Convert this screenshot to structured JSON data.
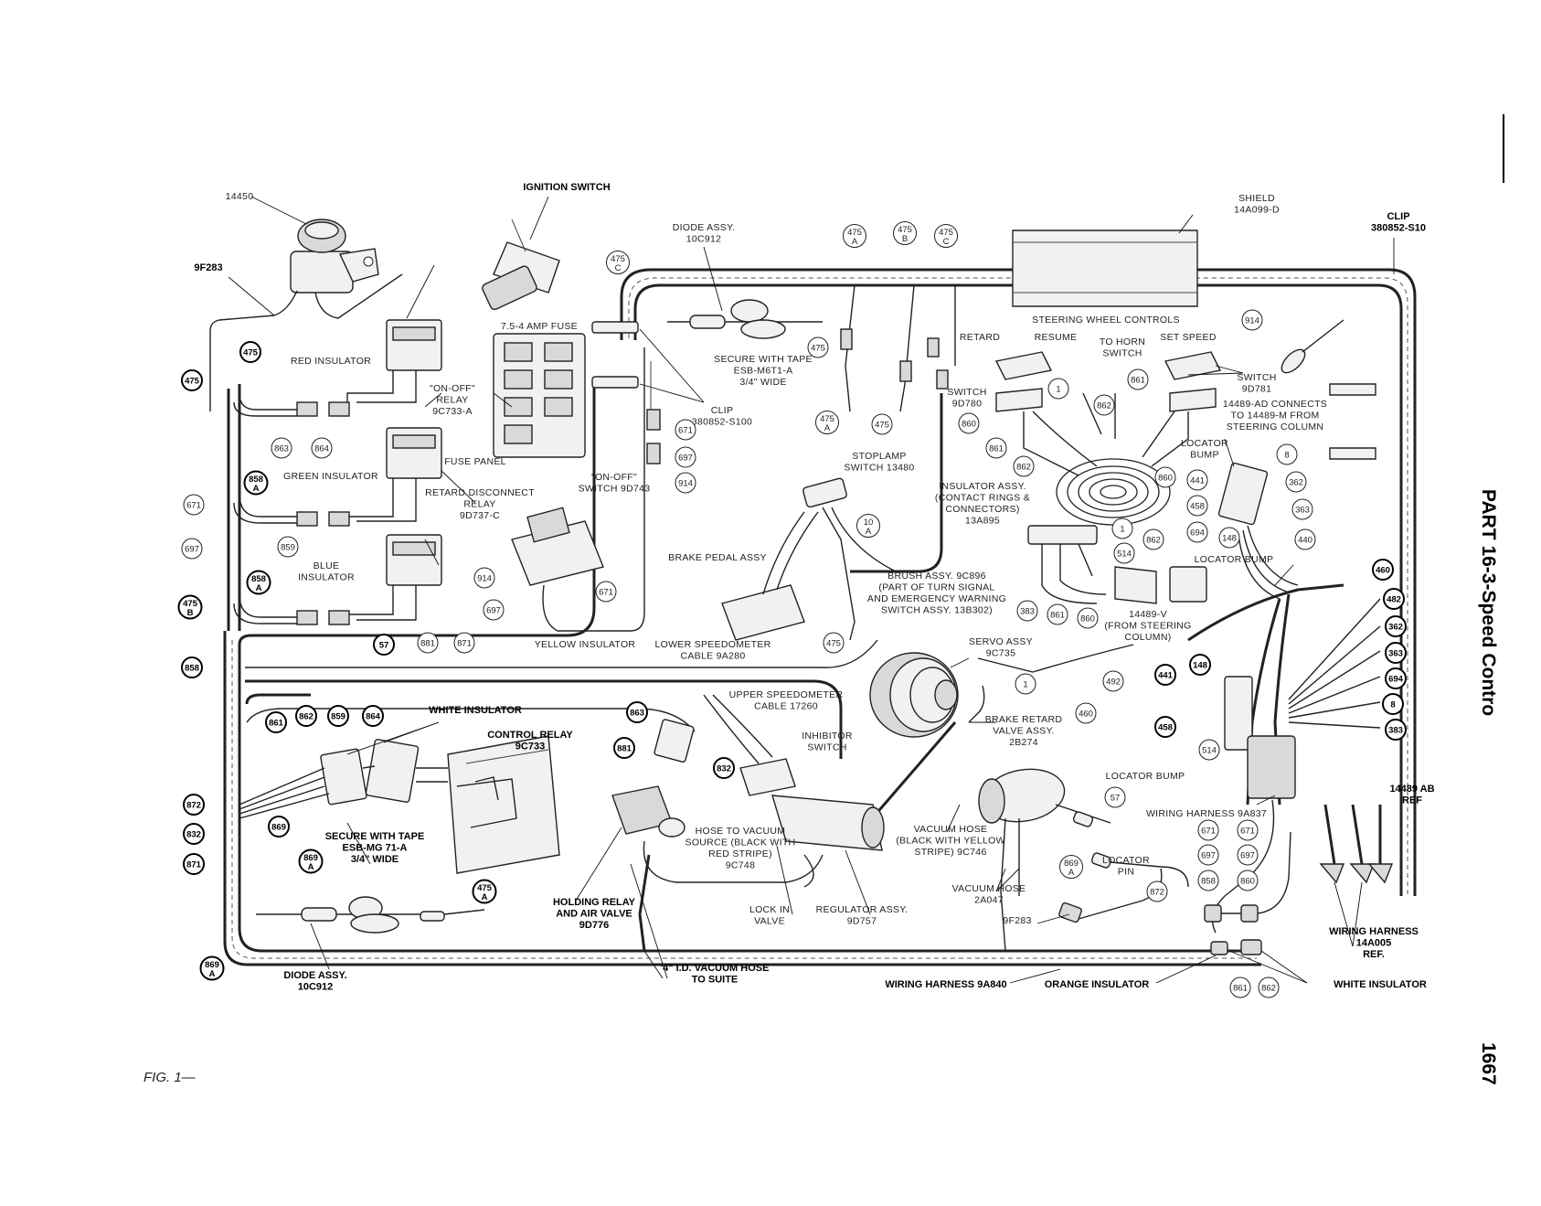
{
  "side_title": "PART 16-3-Speed Contro",
  "page_number": "1667",
  "figure_caption": "FIG. 1—",
  "labels": [
    {
      "id": "ignition_switch",
      "text": "IGNITION SWITCH",
      "bold": true,
      "lines": [
        "IGNITION SWITCH"
      ]
    },
    {
      "id": "n14450",
      "text": "14450",
      "bold": false,
      "lines": [
        "14450"
      ]
    },
    {
      "id": "n9f283_top",
      "text": "9F283",
      "bold": true,
      "lines": [
        "9F283"
      ]
    },
    {
      "id": "red_insulator",
      "text": "RED INSULATOR",
      "bold": false,
      "lines": [
        "RED INSULATOR"
      ]
    },
    {
      "id": "on_off_relay",
      "text": "\"ON-OFF\" RELAY 9C733-A",
      "bold": false,
      "lines": [
        "\"ON-OFF\"",
        "RELAY",
        "9C733-A"
      ]
    },
    {
      "id": "green_insulator",
      "text": "GREEN INSULATOR",
      "bold": false,
      "lines": [
        "GREEN INSULATOR"
      ]
    },
    {
      "id": "retard_disconnect",
      "text": "RETARD DISCONNECT RELAY 9D737-C",
      "bold": false,
      "lines": [
        "RETARD DISCONNECT",
        "RELAY",
        "9D737-C"
      ]
    },
    {
      "id": "blue_insulator",
      "text": "BLUE INSULATOR",
      "bold": false,
      "lines": [
        "BLUE",
        "INSULATOR"
      ]
    },
    {
      "id": "fuse",
      "text": "7.5-4 AMP FUSE",
      "bold": false,
      "lines": [
        "7.5-4 AMP FUSE"
      ]
    },
    {
      "id": "fuse_panel",
      "text": "FUSE PANEL",
      "bold": false,
      "lines": [
        "FUSE PANEL"
      ]
    },
    {
      "id": "on_off_switch",
      "text": "\"ON-OFF\" SWITCH 9D743",
      "bold": false,
      "lines": [
        "\"ON-OFF\"",
        "SWITCH 9D743"
      ]
    },
    {
      "id": "diode_assy_top",
      "text": "DIODE ASSY. 10C912",
      "bold": false,
      "lines": [
        "DIODE ASSY.",
        "10C912"
      ]
    },
    {
      "id": "secure_tape_top",
      "text": "SECURE WITH TAPE ESB-M6T1-A 3/4\" WIDE",
      "bold": false,
      "lines": [
        "SECURE WITH TAPE",
        "ESB-M6T1-A",
        "3/4\" WIDE"
      ]
    },
    {
      "id": "clip_mid",
      "text": "CLIP 380852-S100",
      "bold": false,
      "lines": [
        "CLIP",
        "380852-S100"
      ]
    },
    {
      "id": "shield",
      "text": "SHIELD 14A099-D",
      "bold": false,
      "lines": [
        "SHIELD",
        "14A099-D"
      ]
    },
    {
      "id": "clip_right",
      "text": "CLIP 380852-S10",
      "bold": true,
      "lines": [
        "CLIP",
        "380852-S10"
      ]
    },
    {
      "id": "steering_wheel",
      "text": "STEERING WHEEL CONTROLS",
      "bold": false,
      "lines": [
        "STEERING WHEEL CONTROLS"
      ]
    },
    {
      "id": "retard",
      "text": "RETARD",
      "bold": false,
      "lines": [
        "RETARD"
      ]
    },
    {
      "id": "resume",
      "text": "RESUME",
      "bold": false,
      "lines": [
        "RESUME"
      ]
    },
    {
      "id": "to_horn",
      "text": "TO HORN SWITCH",
      "bold": false,
      "lines": [
        "TO HORN",
        "SWITCH"
      ]
    },
    {
      "id": "set_speed",
      "text": "SET SPEED",
      "bold": false,
      "lines": [
        "SET SPEED"
      ]
    },
    {
      "id": "switch_9d780",
      "text": "SWITCH 9D780",
      "bold": false,
      "lines": [
        "SWITCH",
        "9D780"
      ]
    },
    {
      "id": "switch_9d781",
      "text": "SWITCH 9D781",
      "bold": false,
      "lines": [
        "SWITCH",
        "9D781"
      ]
    },
    {
      "id": "connects",
      "text": "14489-AD CONNECTS TO 14489-M FROM STEERING COLUMN",
      "bold": false,
      "lines": [
        "14489-AD CONNECTS",
        "TO 14489-M FROM",
        "STEERING COLUMN"
      ]
    },
    {
      "id": "locator_bump_top",
      "text": "LOCATOR BUMP",
      "bold": false,
      "lines": [
        "LOCATOR",
        "BUMP"
      ]
    },
    {
      "id": "stoplamp",
      "text": "STOPLAMP SWITCH 13480",
      "bold": false,
      "lines": [
        "STOPLAMP",
        "SWITCH 13480"
      ]
    },
    {
      "id": "insulator_assy",
      "text": "INSULATOR ASSY. (CONTACT RINGS & CONNECTORS) 13A895",
      "bold": false,
      "lines": [
        "INSULATOR ASSY.",
        "(CONTACT RINGS &",
        "CONNECTORS)",
        "13A895"
      ]
    },
    {
      "id": "brake_pedal",
      "text": "BRAKE PEDAL ASSY",
      "bold": false,
      "lines": [
        "BRAKE PEDAL ASSY"
      ]
    },
    {
      "id": "brush_assy",
      "text": "BRUSH ASSY. 9C896 (PART OF TURN SIGNAL AND EMERGENCY WARNING SWITCH ASSY. 13B302)",
      "bold": false,
      "lines": [
        "BRUSH ASSY. 9C896",
        "(PART OF TURN SIGNAL",
        "AND EMERGENCY WARNING",
        "SWITCH ASSY. 13B302)"
      ]
    },
    {
      "id": "locator_bump_mid",
      "text": "LOCATOR BUMP",
      "bold": false,
      "lines": [
        "LOCATOR BUMP"
      ]
    },
    {
      "id": "from_column",
      "text": "14489-V (FROM STEERING COLUMN)",
      "bold": false,
      "lines": [
        "14489-V",
        "(FROM STEERING",
        "COLUMN)"
      ]
    },
    {
      "id": "yellow_insulator",
      "text": "YELLOW INSULATOR",
      "bold": false,
      "lines": [
        "YELLOW INSULATOR"
      ]
    },
    {
      "id": "lower_speedo",
      "text": "LOWER SPEEDOMETER CABLE 9A280",
      "bold": false,
      "lines": [
        "LOWER SPEEDOMETER",
        "CABLE 9A280"
      ]
    },
    {
      "id": "servo_assy",
      "text": "SERVO ASSY 9C735",
      "bold": false,
      "lines": [
        "SERVO ASSY",
        "9C735"
      ]
    },
    {
      "id": "white_insulator_left",
      "text": "WHITE INSULATOR",
      "bold": true,
      "lines": [
        "WHITE INSULATOR"
      ]
    },
    {
      "id": "control_relay",
      "text": "CONTROL RELAY 9C733",
      "bold": true,
      "lines": [
        "CONTROL RELAY",
        "9C733"
      ]
    },
    {
      "id": "upper_speedo",
      "text": "UPPER SPEEDOMETER CABLE 17260",
      "bold": false,
      "lines": [
        "UPPER SPEEDOMETER",
        "CABLE 17260"
      ]
    },
    {
      "id": "inhibitor",
      "text": "INHIBITOR SWITCH",
      "bold": false,
      "lines": [
        "INHIBITOR",
        "SWITCH"
      ]
    },
    {
      "id": "brake_retard",
      "text": "BRAKE RETARD VALVE ASSY. 2B274",
      "bold": false,
      "lines": [
        "BRAKE RETARD",
        "VALVE ASSY.",
        "2B274"
      ]
    },
    {
      "id": "locator_bump_right",
      "text": "LOCATOR BUMP",
      "bold": false,
      "lines": [
        "LOCATOR BUMP"
      ]
    },
    {
      "id": "secure_tape_low",
      "text": "SECURE WITH TAPE ESB-MG 71-A 3/4\" WIDE",
      "bold": true,
      "lines": [
        "SECURE WITH TAPE",
        "ESB-MG 71-A",
        "3/4\" WIDE"
      ]
    },
    {
      "id": "hose_vacuum",
      "text": "HOSE TO VACUUM SOURCE (BLACK WITH RED STRIPE) 9C748",
      "bold": false,
      "lines": [
        "HOSE TO VACUUM",
        "SOURCE (BLACK WITH",
        "RED STRIPE)",
        "9C748"
      ]
    },
    {
      "id": "vacuum_hose_yellow",
      "text": "VACUUM HOSE (BLACK WITH YELLOW STRIPE) 9C746",
      "bold": false,
      "lines": [
        "VACUUM HOSE",
        "(BLACK WITH YELLOW",
        "STRIPE) 9C746"
      ]
    },
    {
      "id": "wiring_harness_9a837",
      "text": "WIRING HARNESS 9A837",
      "bold": false,
      "lines": [
        "WIRING HARNESS 9A837"
      ]
    },
    {
      "id": "locator_pin",
      "text": "LOCATOR PIN",
      "bold": false,
      "lines": [
        "LOCATOR",
        "PIN"
      ]
    },
    {
      "id": "holding_relay",
      "text": "HOLDING RELAY AND AIR VALVE 9D776",
      "bold": true,
      "lines": [
        "HOLDING RELAY",
        "AND AIR VALVE",
        "9D776"
      ]
    },
    {
      "id": "lock_in_valve",
      "text": "LOCK IN VALVE",
      "bold": false,
      "lines": [
        "LOCK IN",
        "VALVE"
      ]
    },
    {
      "id": "regulator",
      "text": "REGULATOR ASSY. 9D757",
      "bold": false,
      "lines": [
        "REGULATOR ASSY.",
        "9D757"
      ]
    },
    {
      "id": "vacuum_hose_2a047",
      "text": "VACUUM HOSE 2A047",
      "bold": false,
      "lines": [
        "VACUUM HOSE",
        "2A047"
      ]
    },
    {
      "id": "n9f283_low",
      "text": "9F283",
      "bold": false,
      "lines": [
        "9F283"
      ]
    },
    {
      "id": "diode_assy_low",
      "text": "DIODE ASSY. 10C912",
      "bold": true,
      "lines": [
        "DIODE ASSY.",
        "10C912"
      ]
    },
    {
      "id": "vac_hose_suite",
      "text": "'4\" I.D. VACUUM HOSE TO SUITE",
      "bold": true,
      "lines": [
        "'4\" I.D. VACUUM HOSE",
        "TO SUITE"
      ]
    },
    {
      "id": "wiring_9a840",
      "text": "WIRING HARNESS 9A840",
      "bold": true,
      "lines": [
        "WIRING HARNESS 9A840"
      ]
    },
    {
      "id": "orange_insulator",
      "text": "ORANGE INSULATOR",
      "bold": true,
      "lines": [
        "ORANGE INSULATOR"
      ]
    },
    {
      "id": "white_insulator_right",
      "text": "WHITE INSULATOR",
      "bold": true,
      "lines": [
        "WHITE INSULATOR"
      ]
    },
    {
      "id": "wiring_14a005",
      "text": "WIRING HARNESS 14A005 REF.",
      "bold": true,
      "lines": [
        "WIRING HARNESS",
        "14A005",
        "REF."
      ]
    },
    {
      "id": "ref_14489",
      "text": "14489 AB REF",
      "bold": true,
      "lines": [
        "14489 AB",
        "REF"
      ]
    }
  ],
  "circuit_numbers": [
    {
      "id": "c475_tl",
      "num": "475",
      "sub": "",
      "bold": true
    },
    {
      "id": "c475_l",
      "num": "475",
      "sub": "",
      "bold": true
    },
    {
      "id": "c863_l",
      "num": "863",
      "sub": "",
      "bold": false
    },
    {
      "id": "c864_l",
      "num": "864",
      "sub": "",
      "bold": false
    },
    {
      "id": "c858a_1",
      "num": "858",
      "sub": "A",
      "bold": true
    },
    {
      "id": "c671_l",
      "num": "671",
      "sub": "",
      "bold": false
    },
    {
      "id": "c697_l",
      "num": "697",
      "sub": "",
      "bold": false
    },
    {
      "id": "c859_l",
      "num": "859",
      "sub": "",
      "bold": false
    },
    {
      "id": "c858a_2",
      "num": "858",
      "sub": "A",
      "bold": true
    },
    {
      "id": "c475b_l",
      "num": "475",
      "sub": "B",
      "bold": true
    },
    {
      "id": "c858_l",
      "num": "858",
      "sub": "",
      "bold": true
    },
    {
      "id": "c57_l",
      "num": "57",
      "sub": "",
      "bold": true
    },
    {
      "id": "c881_l",
      "num": "881",
      "sub": "",
      "bold": false
    },
    {
      "id": "c871_l",
      "num": "871",
      "sub": "",
      "bold": false
    },
    {
      "id": "c475c_t",
      "num": "475",
      "sub": "C",
      "bold": false
    },
    {
      "id": "c475a_t",
      "num": "475",
      "sub": "A",
      "bold": false
    },
    {
      "id": "c475b_t",
      "num": "475",
      "sub": "B",
      "bold": false
    },
    {
      "id": "c475c_t2",
      "num": "475",
      "sub": "C",
      "bold": false
    },
    {
      "id": "c475_m",
      "num": "475",
      "sub": "",
      "bold": false
    },
    {
      "id": "c671_m",
      "num": "671",
      "sub": "",
      "bold": false
    },
    {
      "id": "c697_m",
      "num": "697",
      "sub": "",
      "bold": false
    },
    {
      "id": "c914_m",
      "num": "914",
      "sub": "",
      "bold": false
    },
    {
      "id": "c475a_m",
      "num": "475",
      "sub": "A",
      "bold": false
    },
    {
      "id": "c475_m2",
      "num": "475",
      "sub": "",
      "bold": false
    },
    {
      "id": "c10a_m",
      "num": "10",
      "sub": "A",
      "bold": false
    },
    {
      "id": "c914_s",
      "num": "914",
      "sub": "",
      "bold": false
    },
    {
      "id": "c697_s",
      "num": "697",
      "sub": "",
      "bold": false
    },
    {
      "id": "c671_s",
      "num": "671",
      "sub": "",
      "bold": false
    },
    {
      "id": "c475_p",
      "num": "475",
      "sub": "",
      "bold": false
    },
    {
      "id": "c914_r",
      "num": "914",
      "sub": "",
      "bold": false
    },
    {
      "id": "c1_a",
      "num": "1",
      "sub": "",
      "bold": false
    },
    {
      "id": "c860_a",
      "num": "860",
      "sub": "",
      "bold": false
    },
    {
      "id": "c861_a",
      "num": "861",
      "sub": "",
      "bold": false
    },
    {
      "id": "c862_a",
      "num": "862",
      "sub": "",
      "bold": false
    },
    {
      "id": "c862_b",
      "num": "862",
      "sub": "",
      "bold": false
    },
    {
      "id": "c861_b",
      "num": "861",
      "sub": "",
      "bold": false
    },
    {
      "id": "c860_b",
      "num": "860",
      "sub": "",
      "bold": false
    },
    {
      "id": "c8_r",
      "num": "8",
      "sub": "",
      "bold": false
    },
    {
      "id": "c441_r",
      "num": "441",
      "sub": "",
      "bold": false
    },
    {
      "id": "c362_r",
      "num": "362",
      "sub": "",
      "bold": false
    },
    {
      "id": "c458_r",
      "num": "458",
      "sub": "",
      "bold": false
    },
    {
      "id": "c363_r",
      "num": "363",
      "sub": "",
      "bold": false
    },
    {
      "id": "c694_r",
      "num": "694",
      "sub": "",
      "bold": false
    },
    {
      "id": "c148_r",
      "num": "148",
      "sub": "",
      "bold": false
    },
    {
      "id": "c440_r",
      "num": "440",
      "sub": "",
      "bold": false
    },
    {
      "id": "c514_c",
      "num": "514",
      "sub": "",
      "bold": false
    },
    {
      "id": "c1_c",
      "num": "1",
      "sub": "",
      "bold": false
    },
    {
      "id": "c862_c",
      "num": "862",
      "sub": "",
      "bold": false
    },
    {
      "id": "c383_c",
      "num": "383",
      "sub": "",
      "bold": false
    },
    {
      "id": "c861_c",
      "num": "861",
      "sub": "",
      "bold": false
    },
    {
      "id": "c860_c",
      "num": "860",
      "sub": "",
      "bold": false
    },
    {
      "id": "c460_r",
      "num": "460",
      "sub": "",
      "bold": true
    },
    {
      "id": "c482_r",
      "num": "482",
      "sub": "",
      "bold": true
    },
    {
      "id": "c362_rb",
      "num": "362",
      "sub": "",
      "bold": true
    },
    {
      "id": "c363_rb",
      "num": "363",
      "sub": "",
      "bold": true
    },
    {
      "id": "c694_rb",
      "num": "694",
      "sub": "",
      "bold": true
    },
    {
      "id": "c8_rb",
      "num": "8",
      "sub": "",
      "bold": true
    },
    {
      "id": "c383_rb",
      "num": "383",
      "sub": "",
      "bold": true
    },
    {
      "id": "c148_rb",
      "num": "148",
      "sub": "",
      "bold": true
    },
    {
      "id": "c441_rb",
      "num": "441",
      "sub": "",
      "bold": true
    },
    {
      "id": "c458_rb",
      "num": "458",
      "sub": "",
      "bold": true
    },
    {
      "id": "c514_rb",
      "num": "514",
      "sub": "",
      "bold": false
    },
    {
      "id": "c1_s",
      "num": "1",
      "sub": "",
      "bold": false
    },
    {
      "id": "c492_s",
      "num": "492",
      "sub": "",
      "bold": false
    },
    {
      "id": "c460_s",
      "num": "460",
      "sub": "",
      "bold": false
    },
    {
      "id": "c57_v",
      "num": "57",
      "sub": "",
      "bold": false
    },
    {
      "id": "c869a_v",
      "num": "869",
      "sub": "A",
      "bold": false
    },
    {
      "id": "c872_v",
      "num": "872",
      "sub": "",
      "bold": false
    },
    {
      "id": "c671_w1",
      "num": "671",
      "sub": "",
      "bold": false
    },
    {
      "id": "c671_w2",
      "num": "671",
      "sub": "",
      "bold": false
    },
    {
      "id": "c697_w1",
      "num": "697",
      "sub": "",
      "bold": false
    },
    {
      "id": "c697_w2",
      "num": "697",
      "sub": "",
      "bold": false
    },
    {
      "id": "c858_w",
      "num": "858",
      "sub": "",
      "bold": false
    },
    {
      "id": "c860_w",
      "num": "860",
      "sub": "",
      "bold": false
    },
    {
      "id": "c861_bot",
      "num": "861",
      "sub": "",
      "bold": false
    },
    {
      "id": "c862_bot",
      "num": "862",
      "sub": "",
      "bold": false
    },
    {
      "id": "c861_wi",
      "num": "861",
      "sub": "",
      "bold": true
    },
    {
      "id": "c862_wi",
      "num": "862",
      "sub": "",
      "bold": true
    },
    {
      "id": "c859_wi",
      "num": "859",
      "sub": "",
      "bold": true
    },
    {
      "id": "c864_wi",
      "num": "864",
      "sub": "",
      "bold": true
    },
    {
      "id": "c863_cr",
      "num": "863",
      "sub": "",
      "bold": true
    },
    {
      "id": "c881_cr",
      "num": "881",
      "sub": "",
      "bold": true
    },
    {
      "id": "c832_cr",
      "num": "832",
      "sub": "",
      "bold": true
    },
    {
      "id": "c872_l",
      "num": "872",
      "sub": "",
      "bold": true
    },
    {
      "id": "c832_l",
      "num": "832",
      "sub": "",
      "bold": true
    },
    {
      "id": "c871_lb",
      "num": "871",
      "sub": "",
      "bold": true
    },
    {
      "id": "c869_l",
      "num": "869",
      "sub": "",
      "bold": true
    },
    {
      "id": "c869a_l",
      "num": "869",
      "sub": "A",
      "bold": true
    },
    {
      "id": "c475a_b",
      "num": "475",
      "sub": "A",
      "bold": true
    },
    {
      "id": "c869a_b",
      "num": "869",
      "sub": "A",
      "bold": true
    }
  ]
}
